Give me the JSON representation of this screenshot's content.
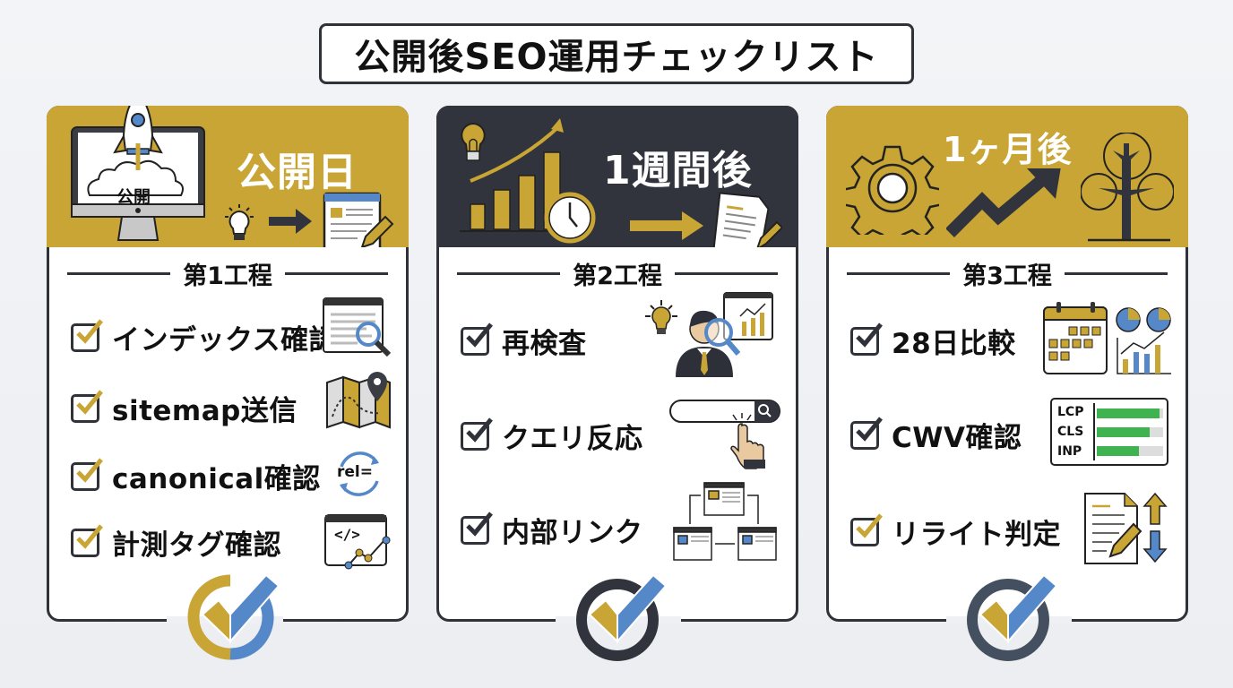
{
  "title": "公開後SEO運用チェックリスト",
  "colors": {
    "gold": "#c9a535",
    "dark": "#31343c",
    "blue": "#5588c8",
    "green": "#3fb34f",
    "background": "#eef0f3"
  },
  "cards": [
    {
      "header": "公開日",
      "header_style": "gold",
      "header_icons": [
        "monitor-rocket-icon",
        "lightbulb-icon",
        "arrow-right-icon",
        "document-edit-icon"
      ],
      "monitor_label": "公開",
      "phase": "第1工程",
      "items": [
        {
          "label": "インデックス確認",
          "check_color": "gold",
          "icon": "page-magnifier-icon"
        },
        {
          "label": "sitemap送信",
          "check_color": "gold",
          "icon": "map-pin-icon"
        },
        {
          "label": "canonical確認",
          "check_color": "gold",
          "icon": "rel-cycle-icon",
          "icon_text": "rel="
        },
        {
          "label": "計測タグ確認",
          "check_color": "gold",
          "icon": "code-window-icon",
          "icon_text": "</>"
        }
      ],
      "badge_ring": "gold-blue"
    },
    {
      "header": "1週間後",
      "header_style": "dark",
      "header_icons": [
        "lightbulb-icon",
        "bar-chart-growth-icon",
        "clock-icon",
        "arrow-right-icon",
        "document-edit-icon"
      ],
      "phase": "第2工程",
      "items": [
        {
          "label": "再検査",
          "check_color": "dark",
          "icon": "analyst-magnifier-icon"
        },
        {
          "label": "クエリ反応",
          "check_color": "dark",
          "icon": "search-bar-click-icon"
        },
        {
          "label": "内部リンク",
          "check_color": "dark",
          "icon": "linked-pages-icon"
        }
      ],
      "badge_ring": "dark"
    },
    {
      "header": "1ヶ月後",
      "header_style": "gold",
      "header_icons": [
        "gear-icon",
        "trend-arrow-icon",
        "tree-icon"
      ],
      "phase": "第3工程",
      "items": [
        {
          "label": "28日比較",
          "check_color": "dark",
          "icon": "calendar-charts-icon"
        },
        {
          "label": "CWV確認",
          "check_color": "dark",
          "icon": "cwv-bars-icon",
          "metrics": [
            "LCP",
            "CLS",
            "INP"
          ],
          "metric_fill": [
            0.95,
            0.8,
            0.65
          ]
        },
        {
          "label": "リライト判定",
          "check_color": "gold",
          "icon": "rewrite-updown-icon"
        }
      ],
      "badge_ring": "slate"
    }
  ]
}
